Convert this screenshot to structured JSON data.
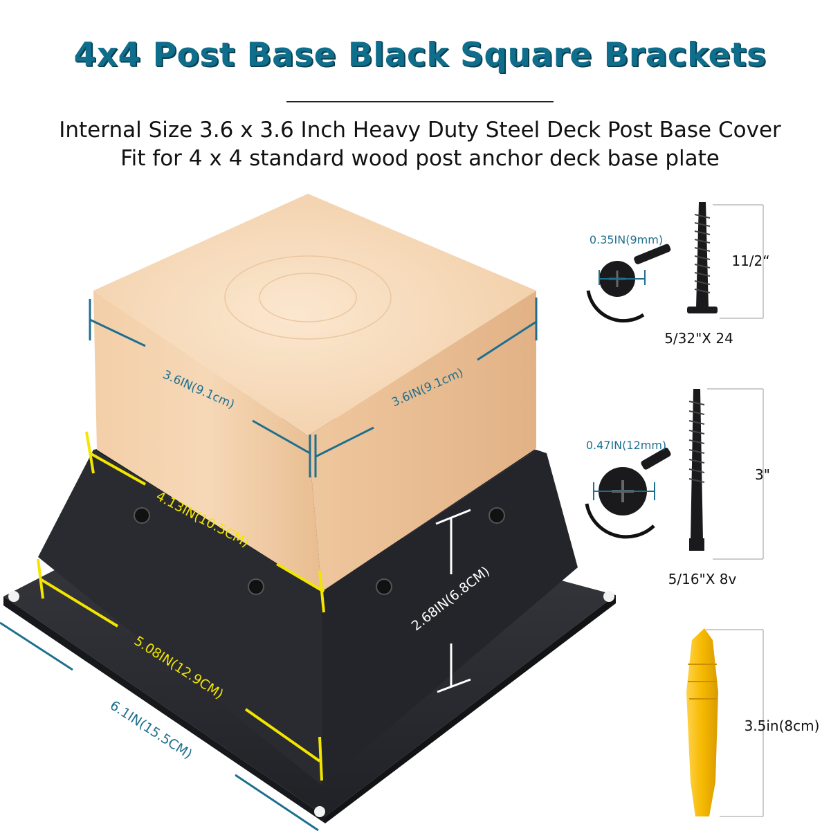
{
  "header": {
    "title": "4x4 Post Base Black Square Brackets",
    "subtitle_line1": "Internal Size 3.6 x 3.6 Inch Heavy Duty Steel Deck Post Base Cover",
    "subtitle_line2": "Fit for 4 x 4 standard wood post anchor deck base plate"
  },
  "dimensions": {
    "post_left": "3.6IN(9.1cm)",
    "post_right": "3.6IN(9.1cm)",
    "bracket_top": "4.13IN(10.5CM)",
    "bracket_bottom": "5.08IN(12.9CM)",
    "plate_width": "6.1IN(15.5CM)",
    "bracket_height": "2.68IN(6.8CM)"
  },
  "hardware": {
    "screw1_head": "0.35IN(9mm)",
    "screw1_length": "11/2“",
    "screw1_size": "5/32\"X 24",
    "screw2_head": "0.47IN(12mm)",
    "screw2_length": "3\"",
    "screw2_size": "5/16\"X 8v",
    "anchor_length": "3.5in(8cm)"
  },
  "colors": {
    "title": "#0f6e8c",
    "dimension_blue": "#1e6f8f",
    "dimension_yellow": "#f2e600",
    "bracket": "#2b2c31",
    "wood": "#f2c9a0",
    "anchor": "#f4b800"
  }
}
